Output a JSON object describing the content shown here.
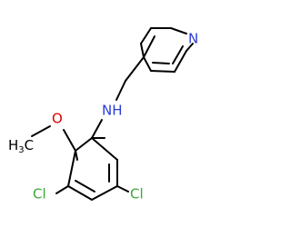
{
  "molecule": {
    "atoms": {
      "pyridine_n": {
        "label": "N",
        "color": "#2b3bd6"
      },
      "amine": {
        "label": "NH",
        "color": "#2b3bd6"
      },
      "oxygen": {
        "label": "O",
        "color": "#e00000"
      },
      "methyl": {
        "label": "H",
        "subscript": "3",
        "tail": "C",
        "color": "#000000"
      },
      "chlorine_left": {
        "label": "Cl",
        "color": "#3aaa35"
      },
      "chlorine_right": {
        "label": "Cl",
        "color": "#3aaa35"
      }
    },
    "bond_color": "#000000"
  }
}
